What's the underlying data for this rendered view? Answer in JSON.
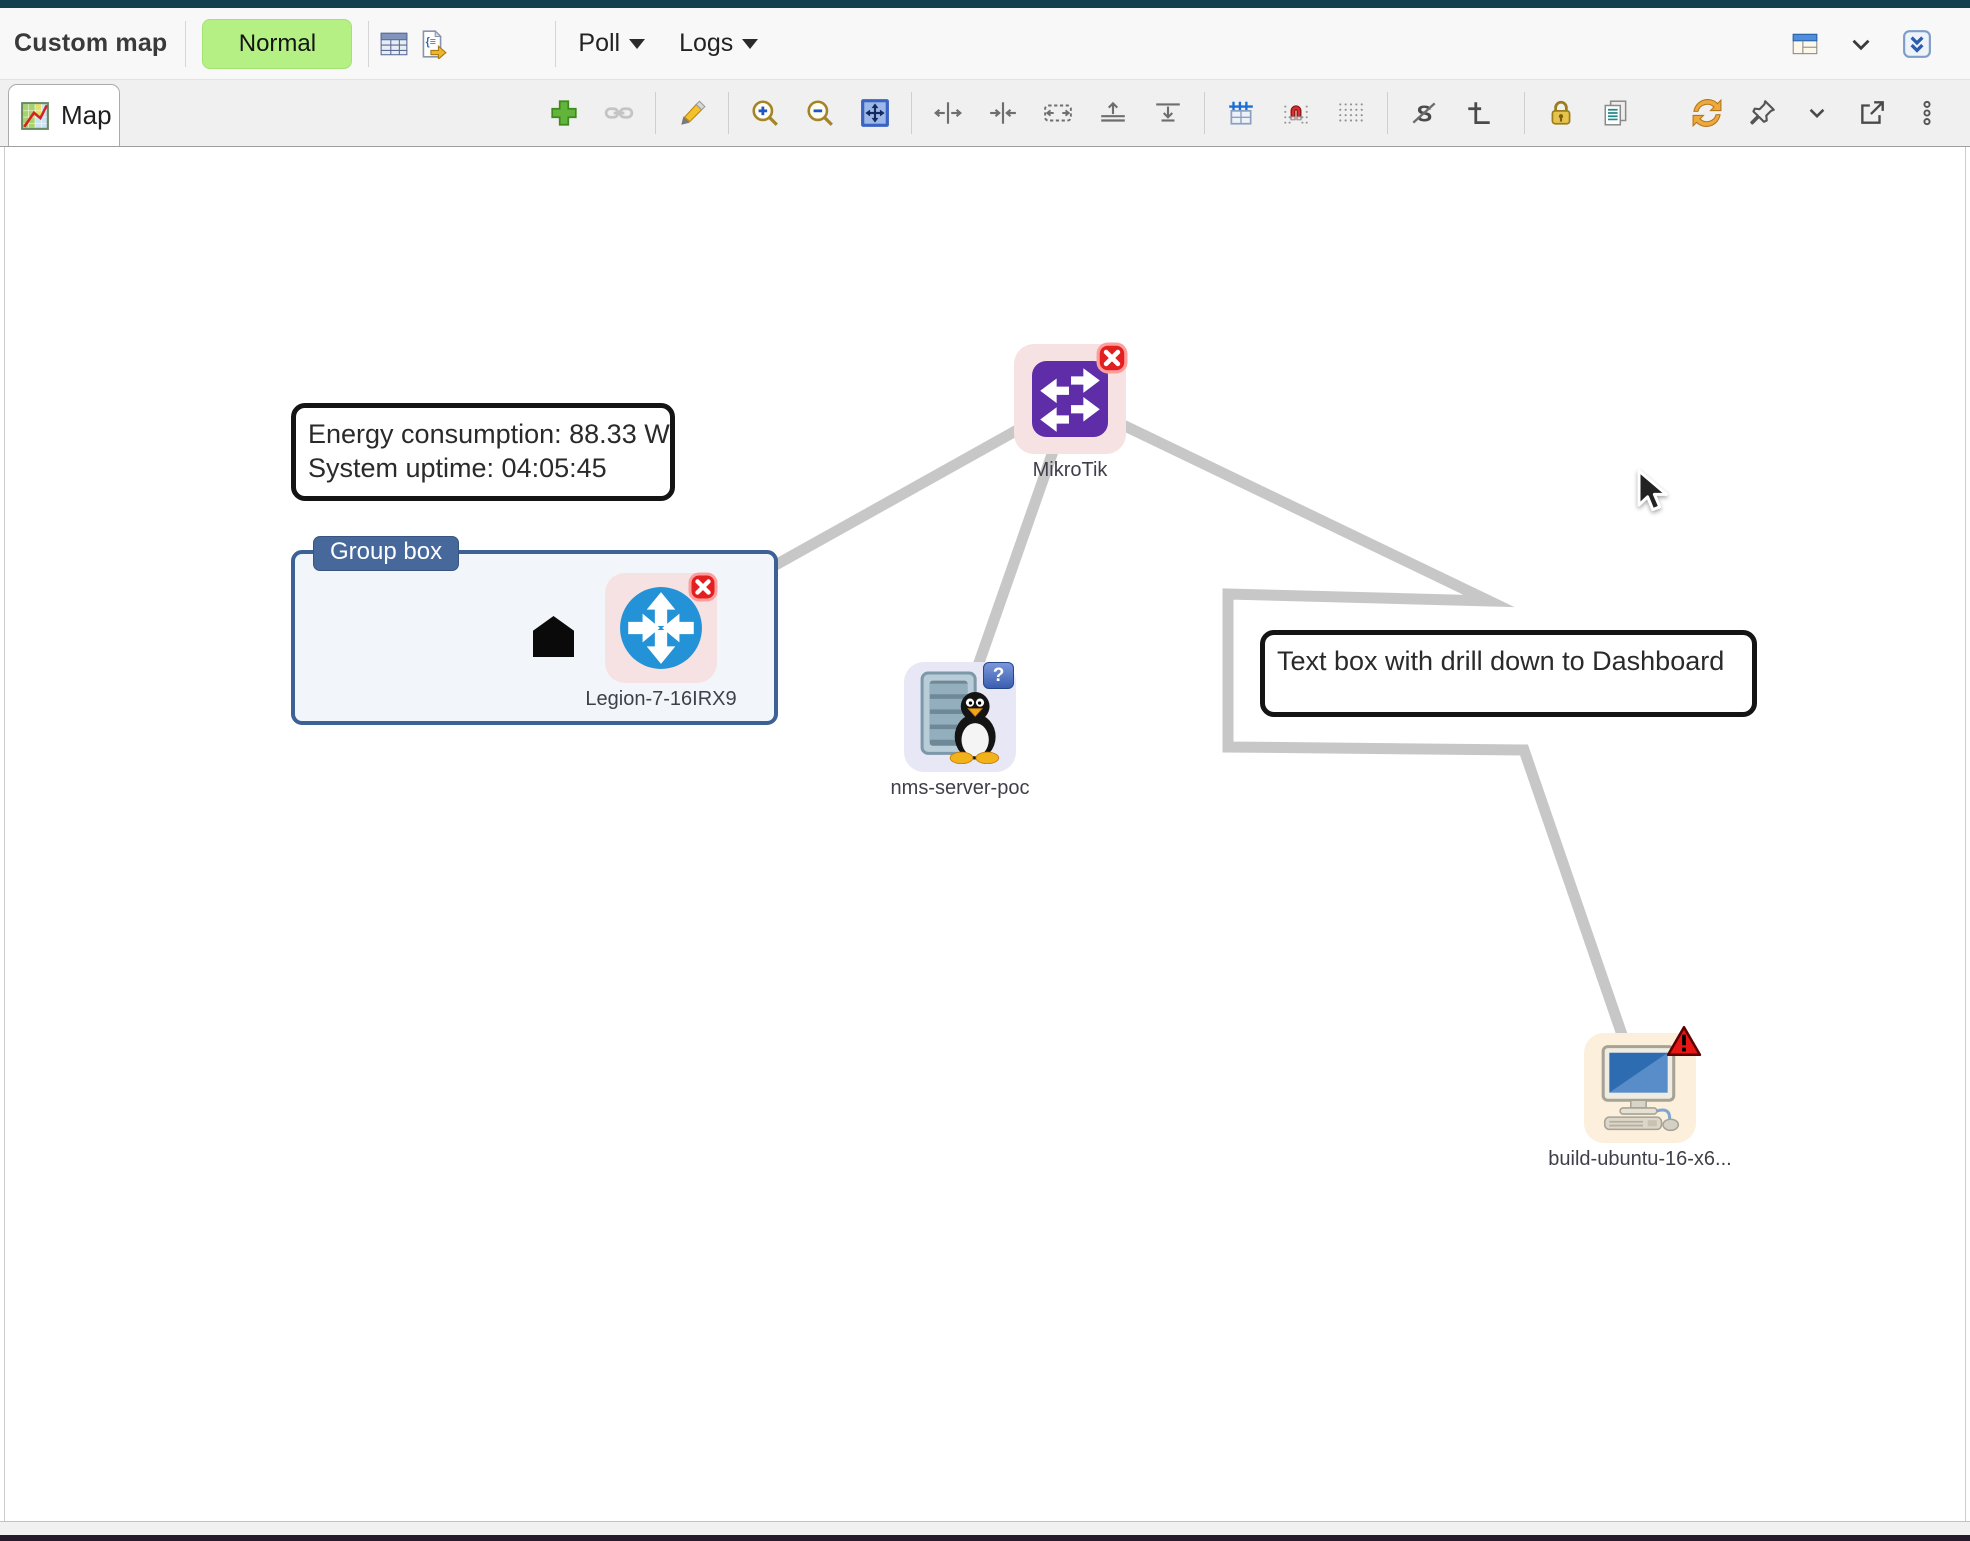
{
  "header": {
    "title": "Custom map",
    "mode_button_label": "Normal",
    "poll_menu_label": "Poll",
    "logs_menu_label": "Logs",
    "icons": [
      "properties-table",
      "export-config"
    ],
    "right_icons": [
      "layout",
      "chevron-down",
      "collapse"
    ]
  },
  "tabs": {
    "map_label": "Map"
  },
  "map_toolbar": {
    "icons": [
      "add-object",
      "link-objects",
      "edit-pen",
      "zoom-in",
      "zoom-out",
      "zoom-fit",
      "spread-horizontally",
      "gather-horizontally",
      "distribute-horizontally",
      "align-top",
      "align-bottom",
      "show-grid",
      "snap-to-grid",
      "grid-dots",
      "status-background-toggle",
      "link-style-toggle",
      "lock-map",
      "copy-image",
      "refresh",
      "pin",
      "chevron-down",
      "open-in-new-window",
      "more-options"
    ]
  },
  "canvas": {
    "energy_box": {
      "line1": "Energy consumption: 88.33 W",
      "line2": "System uptime: 04:05:45"
    },
    "group_box": {
      "title": "Group box"
    },
    "text_box": {
      "text": "Text box with drill down to Dashboard"
    },
    "nodes": {
      "mikrotik": {
        "label": "MikroTik",
        "bg": "#f6e2e2"
      },
      "legion": {
        "label": "Legion-7-16IRX9",
        "bg": "#f6e2e2"
      },
      "nms_server": {
        "label": "nms-server-poc",
        "bg": "#e7e7f6",
        "badge": "?"
      },
      "build_ubuntu": {
        "label": "build-ubuntu-16-x6...",
        "bg": "#fcefdb"
      }
    },
    "link_color": "#c7c7c7"
  }
}
